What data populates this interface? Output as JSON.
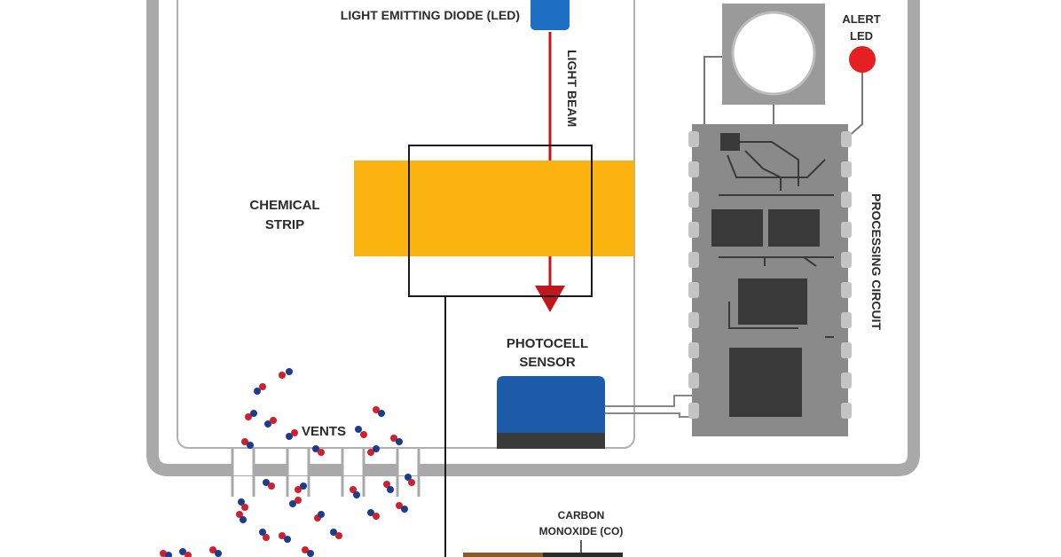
{
  "labels": {
    "led": "LIGHT EMITTING DIODE (LED)",
    "light_beam": "LIGHT BEAM",
    "alert_led_line1": "ALERT",
    "alert_led_line2": "LED",
    "chemical_strip_line1": "CHEMICAL",
    "chemical_strip_line2": "STRIP",
    "photocell_line1": "PHOTOCELL",
    "photocell_line2": "SENSOR",
    "processing_circuit": "PROCESSING CIRCUIT",
    "vents": "VENTS",
    "co_line1": "CARBON",
    "co_line2": "MONOXIDE (CO)"
  },
  "colors": {
    "housing": "#a9a9a9",
    "chemical_strip": "#fbb40f",
    "led": "#1f6fc4",
    "photocell": "#1d5aa8",
    "beam": "#c0161d",
    "alert_led": "#e62020",
    "pcb": "#8a8a8a",
    "chip": "#3a3a3a",
    "molecule_red": "#d0202e",
    "molecule_blue": "#1c3c8c"
  }
}
